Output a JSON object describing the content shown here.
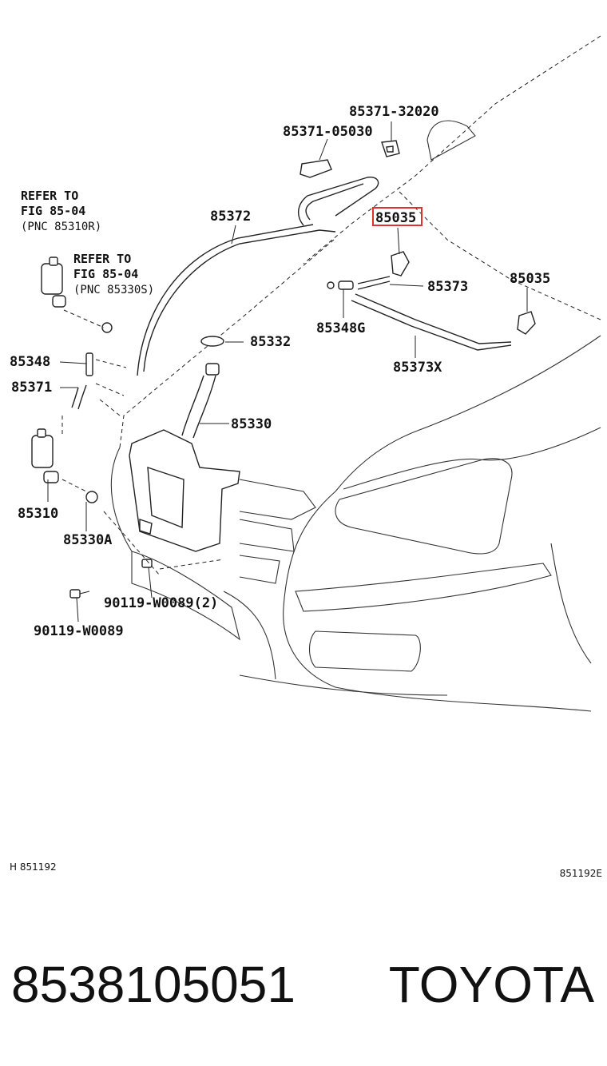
{
  "labels": {
    "p85371_32020": "85371-32020",
    "p85371_05030": "85371-05030",
    "p85372": "85372",
    "p85035_hl": "85035",
    "p85035": "85035",
    "p85373": "85373",
    "p85348g": "85348G",
    "p85373x": "85373X",
    "p85332": "85332",
    "p85348": "85348",
    "p85371": "85371",
    "p85330": "85330",
    "p85310": "85310",
    "p85330a": "85330A",
    "p90119_2": "90119-W0089(2)",
    "p90119": "90119-W0089"
  },
  "refer_right": {
    "line1": "REFER TO",
    "line2": "FIG 85-04",
    "line3": "(PNC 85310R)"
  },
  "refer_left": {
    "line1": "REFER TO",
    "line2": "FIG 85-04",
    "line3": "(PNC 85330S)"
  },
  "footer": {
    "left_code": "H 851192",
    "right_code": "851192E"
  },
  "caption": {
    "part_number": "8538105051",
    "brand": "TOYOTA"
  },
  "highlight_color": "#e0322c"
}
